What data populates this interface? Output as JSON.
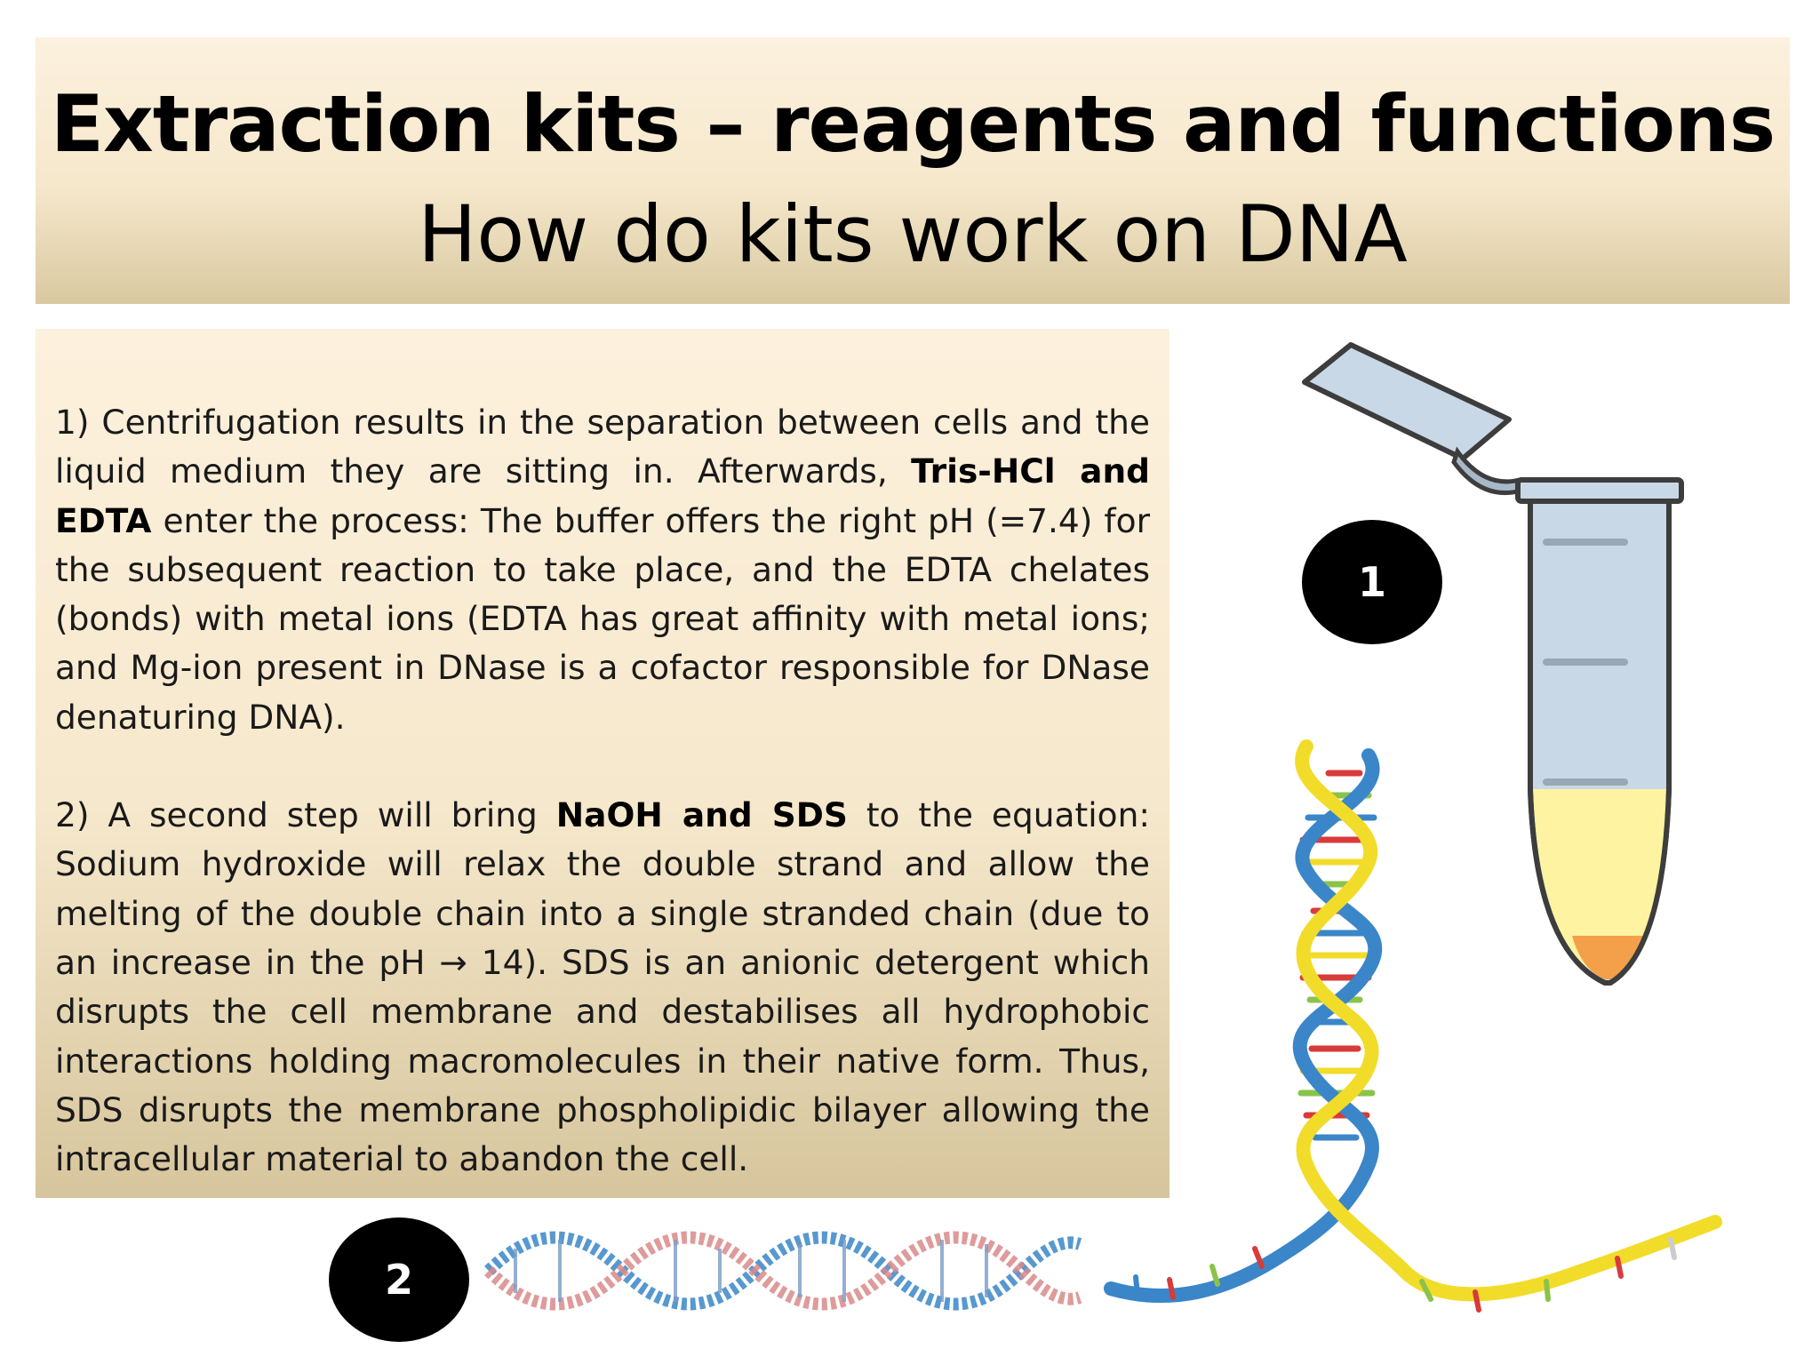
{
  "slide": {
    "title": "Extraction kits – reagents and functions",
    "subtitle": "How do kits work on DNA"
  },
  "steps": [
    {
      "intro": "1) Centrifugation results in the separation between cells and the liquid medium they are sitting in.  Afterwards, ",
      "bold": "Tris-HCl and EDTA",
      "rest": " enter the process: The buffer offers the right pH (=7.4) for the subsequent reaction to take place, and the EDTA chelates (bonds) with metal ions (EDTA has great affinity with metal ions; and Mg-ion present in DNase is a cofactor responsible for DNase denaturing DNA)."
    },
    {
      "intro": "2) A second step will bring ",
      "bold": "NaOH and SDS",
      "rest": " to the equation: Sodium hydroxide will relax the double strand and allow the melting of the double chain into a single stranded chain (due to an increase in the pH → 14). SDS is an anionic detergent which disrupts the cell membrane and destabilises all hydrophobic interactions holding macromolecules in their native form. Thus, SDS disrupts the membrane phospholipidic bilayer allowing the intracellular material to abandon the cell."
    }
  ],
  "badges": {
    "one": "1",
    "two": "2"
  },
  "icons": {
    "tube": "microcentrifuge-tube-icon",
    "dna_unwinding": "dna-unwinding-icon",
    "dna_model": "dna-molecular-model-icon"
  },
  "colors": {
    "banner_top": "#fbf1de",
    "banner_bottom": "#d9c9a1",
    "tube_blue": "#c9d8e6",
    "tube_yellow": "#fdf3a0",
    "tube_orange": "#f4a04a",
    "dna_yellow": "#f2dc2a",
    "dna_blue": "#3a86c8"
  }
}
